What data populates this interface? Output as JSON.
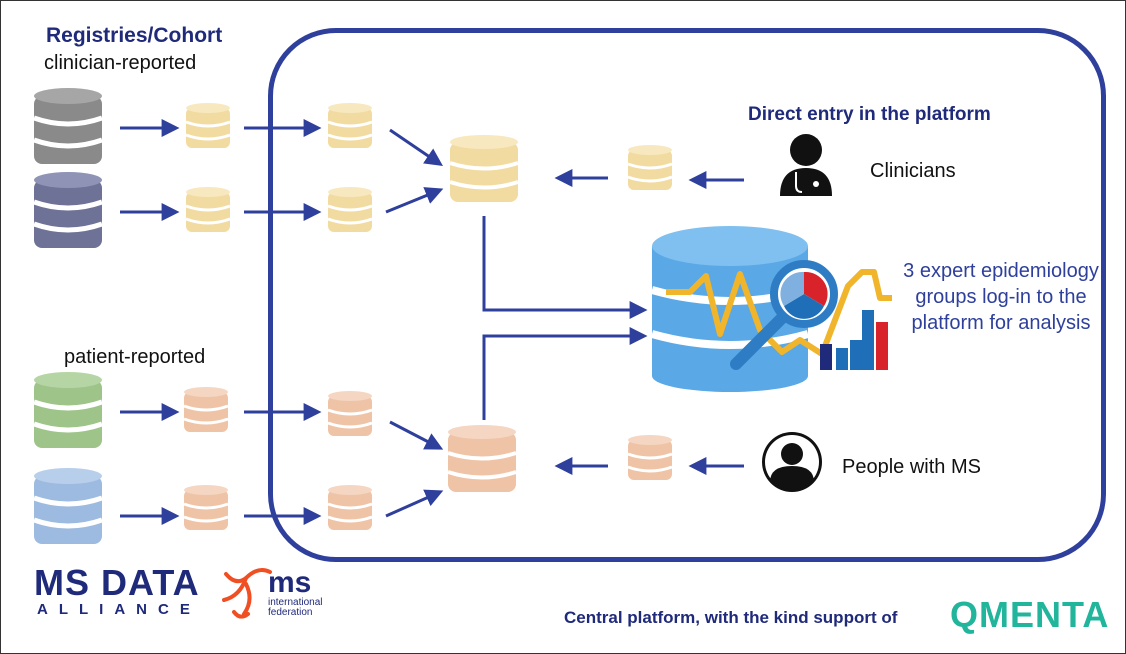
{
  "sources": {
    "clinician_heading": "Registries/Cohort",
    "clinician_label": "clinician-reported",
    "patient_label": "patient-reported"
  },
  "platform": {
    "direct_entry": "Direct entry in the platform",
    "clinicians": "Clinicians",
    "people": "People with MS",
    "analysis": "3 expert epidemiology groups log-in to the platform for analysis"
  },
  "logos": {
    "ms_data_line1": "MS DATA",
    "ms_data_line2": "ALLIANCE",
    "msif_main": "ms",
    "msif_sub1": "international",
    "msif_sub2": "federation",
    "qmenta": "QMENTA"
  },
  "footer": "Central platform, with the kind support of",
  "colors": {
    "frame_blue": "#2e3f9c",
    "arrow_blue": "#2e3f9c",
    "clinician_db": "#f2dba0",
    "patient_db": "#efc3a6",
    "big_db": "#5aa8e6",
    "qmenta": "#21b59b",
    "msif_orange": "#f04e23"
  },
  "icons": [
    "database-icon",
    "clinician-icon",
    "person-icon",
    "magnifier-icon",
    "bar-chart-icon"
  ]
}
